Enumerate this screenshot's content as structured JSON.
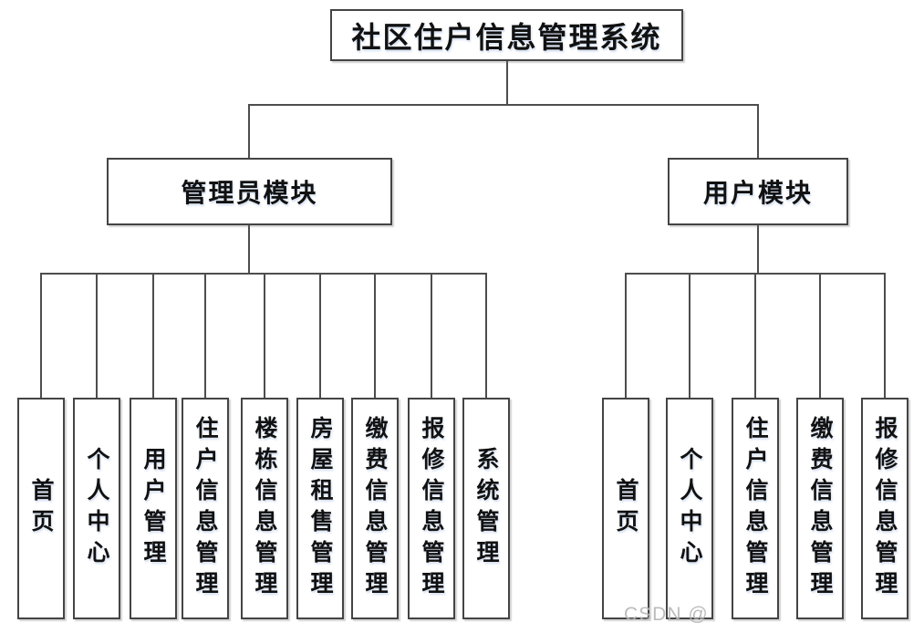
{
  "diagram": {
    "title": "社区住户信息管理系统",
    "modules": [
      {
        "label": "管理员模块",
        "children": [
          "首页",
          "个人中心",
          "用户管理",
          "住户信息管理",
          "楼栋信息管理",
          "房屋租售管理",
          "缴费信息管理",
          "报修信息管理",
          "系统管理"
        ]
      },
      {
        "label": "用户模块",
        "children": [
          "首页",
          "个人中心",
          "住户信息管理",
          "缴费信息管理",
          "报修信息管理"
        ]
      }
    ],
    "colors": {
      "background": "#ffffff",
      "box_border": "#444444",
      "connector": "#4d4d4d",
      "text": "#111111",
      "watermark": "#b5b5b5"
    }
  },
  "watermark": {
    "text": "CSDN @"
  }
}
